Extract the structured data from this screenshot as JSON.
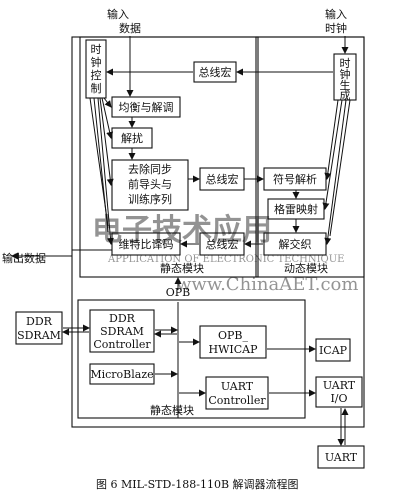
{
  "inputs": {
    "data_line1": "输入",
    "data_line2": "数据",
    "clock_line1": "输入",
    "clock_line2": "时钟",
    "output_data": "输出数据"
  },
  "blocks": {
    "clock_control": [
      "时",
      "钟",
      "控",
      "制"
    ],
    "clock_gen": [
      "时",
      "钟",
      "生",
      "成"
    ],
    "bus_macro_top": "总线宏",
    "equalize_demod": "均衡与解调",
    "descramble": "解扰",
    "remove_sync": [
      "去除同步",
      "前导头与",
      "训练序列"
    ],
    "bus_macro_mid": "总线宏",
    "symbol_parse": "符号解析",
    "grid_map": "格雷映射",
    "deinterleave": "解交织",
    "bus_macro_low": "总线宏",
    "viterbi": "维特比译码",
    "static_module_top": "静态模块",
    "dynamic_module": "动态模块",
    "opb": "OPB",
    "ddr_sdram": [
      "DDR",
      "SDRAM"
    ],
    "ddr_controller": [
      "DDR",
      "SDRAM",
      "Controller"
    ],
    "opb_hwicap": [
      "OPB_",
      "HWICAP"
    ],
    "icap": "ICAP",
    "microblaze": "MicroBlaze",
    "uart_controller": [
      "UART",
      "Controller"
    ],
    "uart_io": [
      "UART",
      "I/O"
    ],
    "uart_bottom": "UART",
    "static_module_bottom": "静态模块"
  },
  "watermark": {
    "line1": "电子技术应用",
    "line2": "APPLICATION OF ELECTRONIC TECHNIQUE",
    "line3": "www.ChinaAET.com"
  },
  "caption": "图 6   MIL-STD-188-110B 解调器流程图"
}
